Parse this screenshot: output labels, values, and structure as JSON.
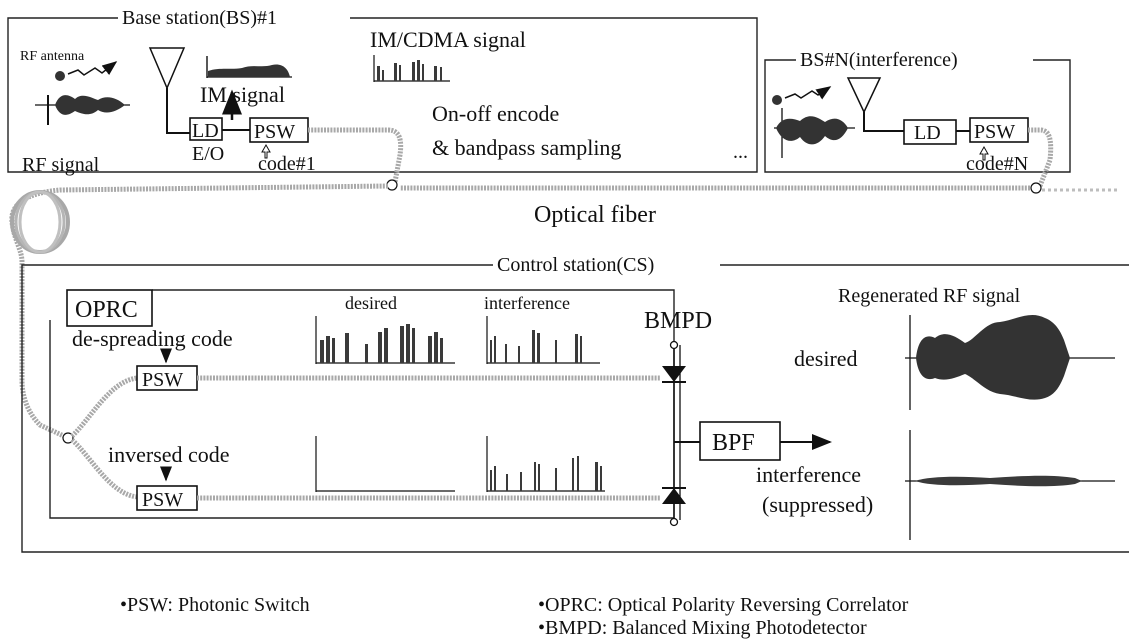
{
  "base_station": {
    "title": "Base station(BS)#1",
    "rf_antenna": "RF antenna",
    "rf_signal": "RF signal",
    "im_signal": "IM signal",
    "imcdma_signal": "IM/CDMA signal",
    "ld": "LD",
    "eo": "E/O",
    "psw": "PSW",
    "code": "code#1",
    "encode_line1": "On-off encode",
    "encode_line2": "& bandpass sampling"
  },
  "bs_n": {
    "title": "BS#N(interference)",
    "ld": "LD",
    "psw": "PSW",
    "code": "code#N",
    "ellipsis": "..."
  },
  "optical_fiber": "Optical fiber",
  "control_station": {
    "title": "Control station(CS)",
    "oprc": "OPRC",
    "despreading": "de-spreading code",
    "inversed": "inversed code",
    "psw_top": "PSW",
    "psw_bottom": "PSW",
    "desired_label": "desired",
    "interference_label": "interference",
    "bmpd": "BMPD",
    "bpf": "BPF",
    "regenerated_title": "Regenerated RF signal",
    "out_desired": "desired",
    "out_interference": "interference",
    "out_suppressed": "(suppressed)"
  },
  "legend": {
    "psw": "•PSW: Photonic Switch",
    "oprc": "•OPRC: Optical Polarity Reversing  Correlator",
    "bmpd": "•BMPD: Balanced Mixing  Photodetector"
  }
}
